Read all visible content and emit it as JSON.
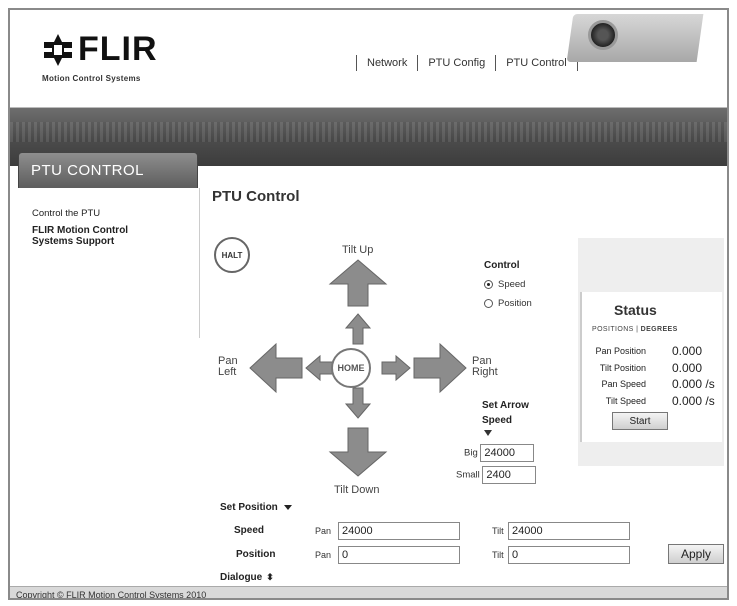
{
  "brand": {
    "name": "FLIR",
    "tagline": "Motion Control Systems"
  },
  "topnav": {
    "items": [
      "Network",
      "PTU Config",
      "PTU Control"
    ]
  },
  "sidebar": {
    "section_title": "PTU CONTROL",
    "items": [
      "Control the PTU",
      "FLIR Motion Control Systems Support"
    ]
  },
  "main": {
    "title": "PTU Control",
    "halt_label": "HALT",
    "home_label": "HOME",
    "directions": {
      "tilt_up": "Tilt Up",
      "tilt_down": "Tilt Down",
      "pan_left": "Pan Left",
      "pan_right": "Pan Right"
    }
  },
  "control": {
    "title": "Control",
    "options": [
      "Speed",
      "Position"
    ],
    "selected": "Speed"
  },
  "arrow_speed": {
    "title_line1": "Set Arrow",
    "title_line2": "Speed",
    "big_label": "Big",
    "big_value": "24000",
    "small_label": "Small",
    "small_value": "2400"
  },
  "status": {
    "title": "Status",
    "tab_positions": "POSITIONS",
    "tab_degrees": "DEGREES",
    "rows": [
      {
        "label": "Pan Position",
        "value": "0.000"
      },
      {
        "label": "Tilt Position",
        "value": "0.000"
      },
      {
        "label": "Pan Speed",
        "value": "0.000 /s"
      },
      {
        "label": "Tilt Speed",
        "value": "0.000 /s"
      }
    ],
    "start_label": "Start"
  },
  "set_position": {
    "title": "Set Position",
    "speed_label": "Speed",
    "position_label": "Position",
    "pan_label": "Pan",
    "tilt_label": "Tilt",
    "speed_pan": "24000",
    "speed_tilt": "24000",
    "position_pan": "0",
    "position_tilt": "0",
    "apply_label": "Apply"
  },
  "dialogue": {
    "title": "Dialogue"
  },
  "footer": {
    "copyright": "Copyright © FLIR Motion Control Systems 2010"
  },
  "colors": {
    "arrow_fill": "#8c8c8c",
    "banner": "#4f4f4f",
    "tab": "#737373"
  },
  "icons": {
    "logo_mark": "flir-shield-icon",
    "caret": "caret-down-icon",
    "sort": "up-down-icon"
  }
}
